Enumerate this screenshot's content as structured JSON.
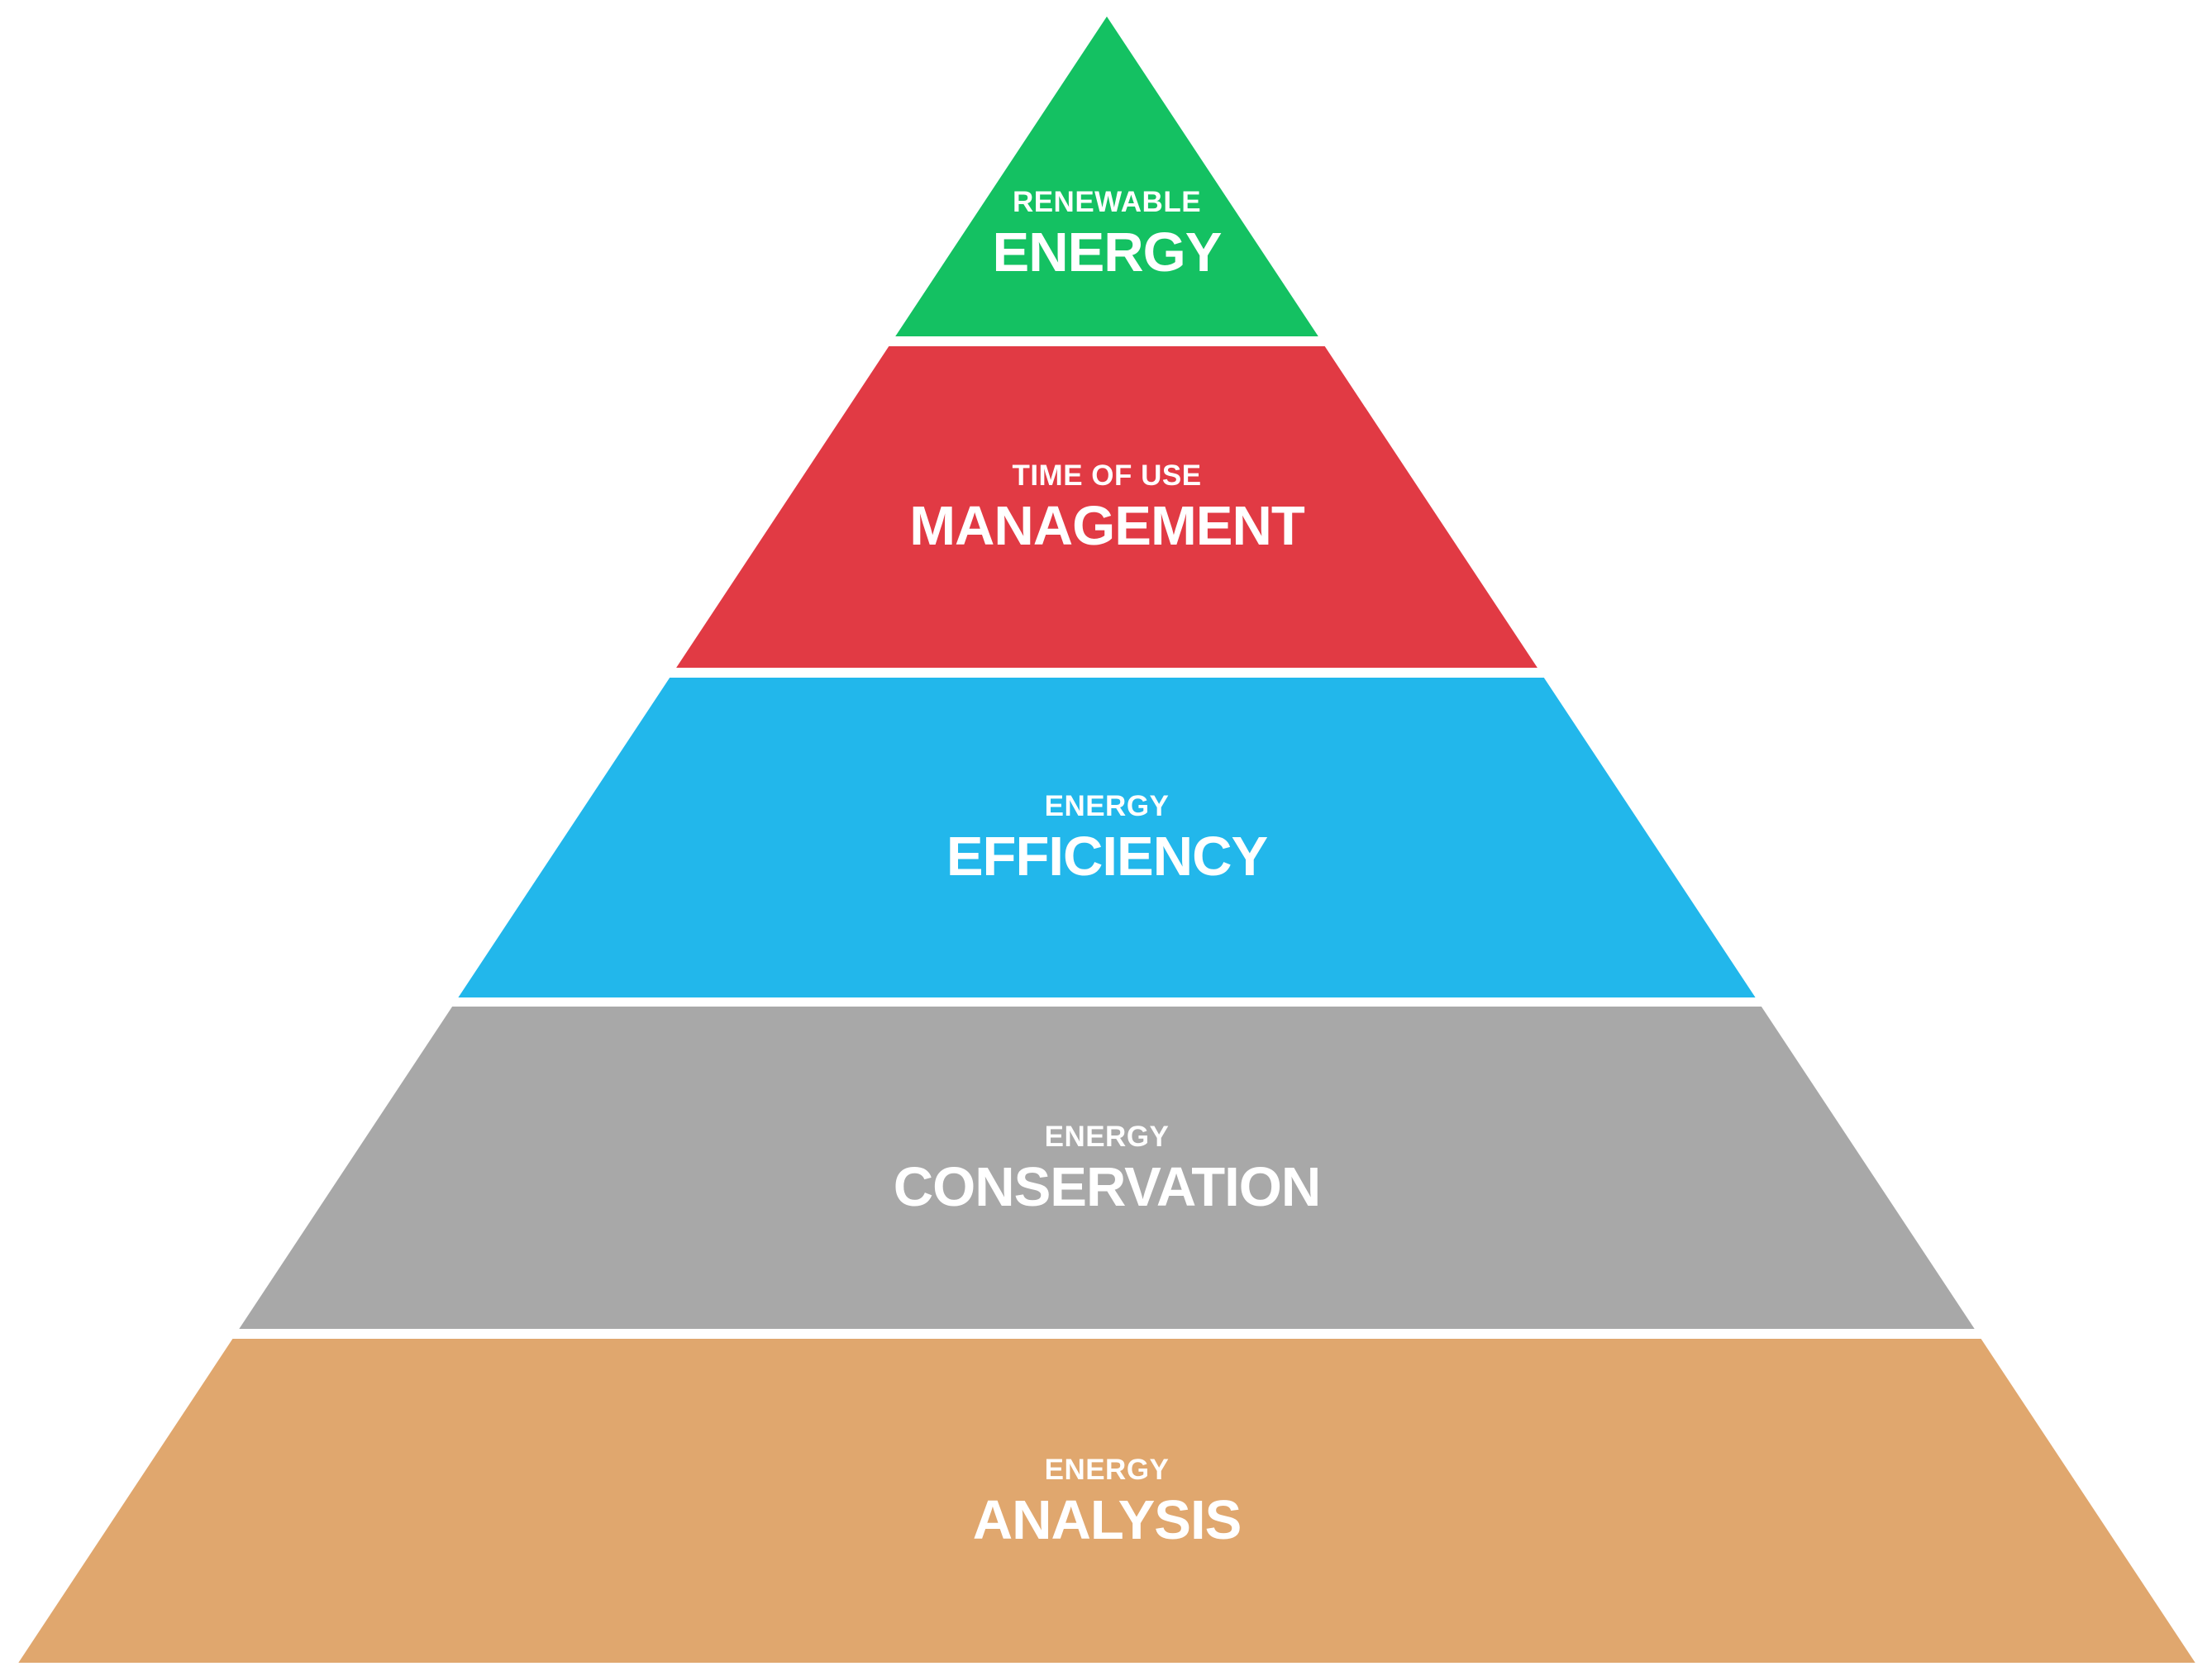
{
  "diagram": {
    "type": "pyramid",
    "orientation": "point-up",
    "background_color": "#ffffff",
    "label_color": "#ffffff",
    "levels": [
      {
        "rank": 1,
        "label_small": "RENEWABLE",
        "label_large": "ENERGY",
        "color": "#14c162"
      },
      {
        "rank": 2,
        "label_small": "TIME OF USE",
        "label_large": "MANAGEMENT",
        "color": "#e13a44"
      },
      {
        "rank": 3,
        "label_small": "ENERGY",
        "label_large": "EFFICIENCY",
        "color": "#22b7eb"
      },
      {
        "rank": 4,
        "label_small": "ENERGY",
        "label_large": "CONSERVATION",
        "color": "#a8a8a8"
      },
      {
        "rank": 5,
        "label_small": "ENERGY",
        "label_large": "ANALYSIS",
        "color": "#e0a76e"
      }
    ]
  }
}
